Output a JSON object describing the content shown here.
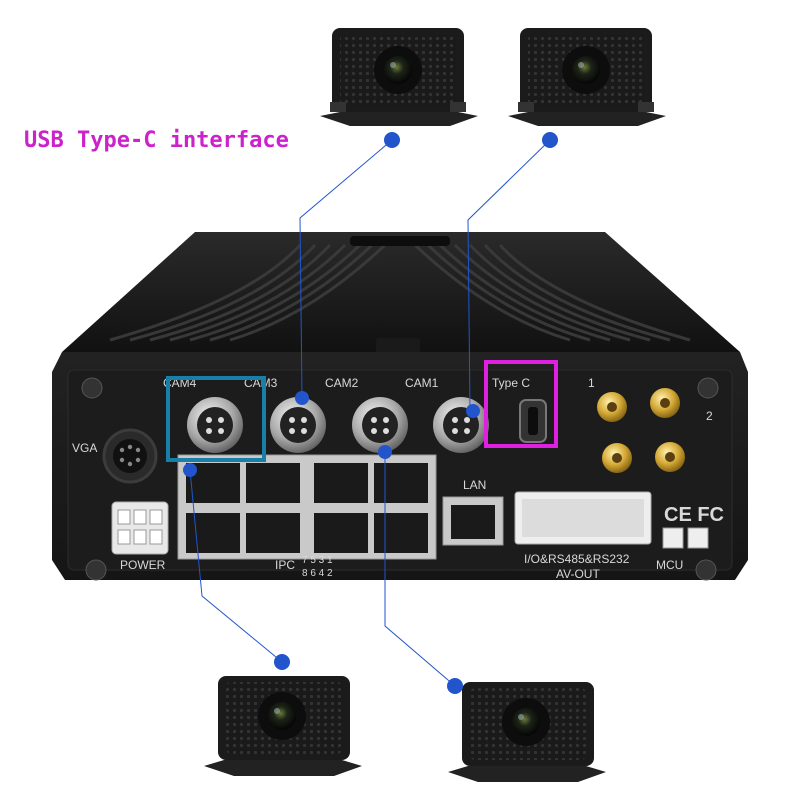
{
  "heading": "USB Type-C interface",
  "labels": {
    "cam4": "CAM4",
    "cam3": "CAM3",
    "cam2": "CAM2",
    "cam1": "CAM1",
    "type_c": "Type C",
    "vga": "VGA",
    "power": "POWER",
    "ipc": "IPC",
    "ipc_top": "7 5 3 1",
    "ipc_bottom": "8 6 4 2",
    "lan": "LAN",
    "io": "I/O&RS485&RS232",
    "av_out": "AV-OUT",
    "mcu": "MCU",
    "wifi1": "1",
    "wifi2": "2",
    "cert": "CE FC"
  },
  "colors": {
    "heading": "#cc22cc",
    "highlight_box_cam4": "#1a7fa8",
    "highlight_box_typec": "#e020e0",
    "connector_dot": "#2255cc",
    "leader_line": "#2255cc"
  }
}
